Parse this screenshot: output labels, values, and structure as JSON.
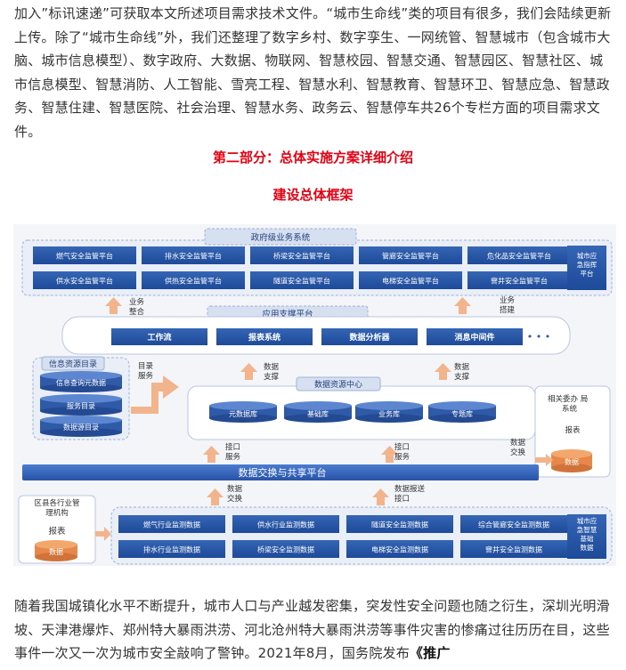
{
  "article": {
    "paragraph_top": "加入”标讯速递”可获取本文所述项目需求技术文件。“城市生命线”类的项目有很多，我们会陆续更新上传。除了“城市生命线”外，我们还整理了数字乡村、数字孪生、一网统管、智慧城市（包含城市大脑、城市信息模型）、数字政府、大数据、物联网、智慧校园、智慧交通、智慧园区、智慧社区、城市信息模型、智慧消防、人工智能、雪亮工程、智慧水利、智慧教育、智慧环卫、智慧应急、智慧政务、智慧住建、智慧医院、社会治理、智慧水务、政务云、智慧停车共26个专栏方面的项目需求文件。",
    "section_heading": "第二部分：总体实施方案详细介绍",
    "sub_heading": "建设总体框架",
    "paragraph_bottom_plain": "随着我国城镇化水平不断提升，城市人口与产业越发密集，突发性安全问题也随之衍生，深圳光明滑坡、天津港爆炸、郑州特大暴雨洪涝、河北沧州特大暴雨洪涝等事件灾害的惨痛过往历历在目，这些事件一次又一次为城市安全敲响了警钟。2021年8月，国务院发布",
    "paragraph_bottom_bold": "《推广"
  },
  "diagram": {
    "gov_system_title": "政府级业务系统",
    "gov_row1": [
      "燃气安全监管平台",
      "排水安全监管平台",
      "桥梁安全监管平台",
      "管廊安全监管平台",
      "危化品安全监管平台"
    ],
    "gov_row2": [
      "供水安全监管平台",
      "供热安全监管平台",
      "隧道安全监管平台",
      "电梯安全监管平台",
      "窨井安全监管平台"
    ],
    "gov_side": "城市应急指挥平台",
    "business_integration": "业务整合",
    "business_build": "业务搭建",
    "app_platform_title": "应用支撑平台",
    "app_items": [
      "工作流",
      "报表系统",
      "数据分析器",
      "消息中间件",
      "• • •"
    ],
    "info_catalog_title": "信息资源目录",
    "info_catalog_items": [
      "信息查询元数据",
      "服务目录",
      "数据源目录"
    ],
    "catalog_service": "目录服务",
    "data_support_left": "数据支撑",
    "data_support_right": "数据支撑",
    "data_center_title": "数据资源中心",
    "data_center_items": [
      "元数据库",
      "基础库",
      "业务库",
      "专题库"
    ],
    "related_title": "相关委办局系统",
    "related_report": "报表",
    "related_db": "数据",
    "interface_service": "接口服务",
    "interface_service2": "接口服务",
    "data_exchange_right": "数据交换",
    "exchange_platform": "数据交换与共享平台",
    "data_exchange_left": "数据交换",
    "data_report_interface": "数据报送接口",
    "district_title": "区县各行业管理机构",
    "district_report": "报表",
    "district_db": "数据",
    "monitor_row1": [
      "燃气行业监测数据",
      "供水行业监测数据",
      "隧道安全监测数据",
      "综合管廊安全监测数据"
    ],
    "monitor_row2": [
      "排水行业监测数据",
      "桥梁安全监测数据",
      "电梯安全监测数据",
      "窨井安全监测数据"
    ],
    "monitor_side": "城市应急智慧基础数据",
    "colors": {
      "dark_blue": "#1f4fa0",
      "mid_blue": "#3c6fc2",
      "panel_bg": "#eef1f7",
      "arrow_orange": "#f0a070",
      "db_orange": "#e8874a",
      "red_heading": "#e60012"
    }
  }
}
